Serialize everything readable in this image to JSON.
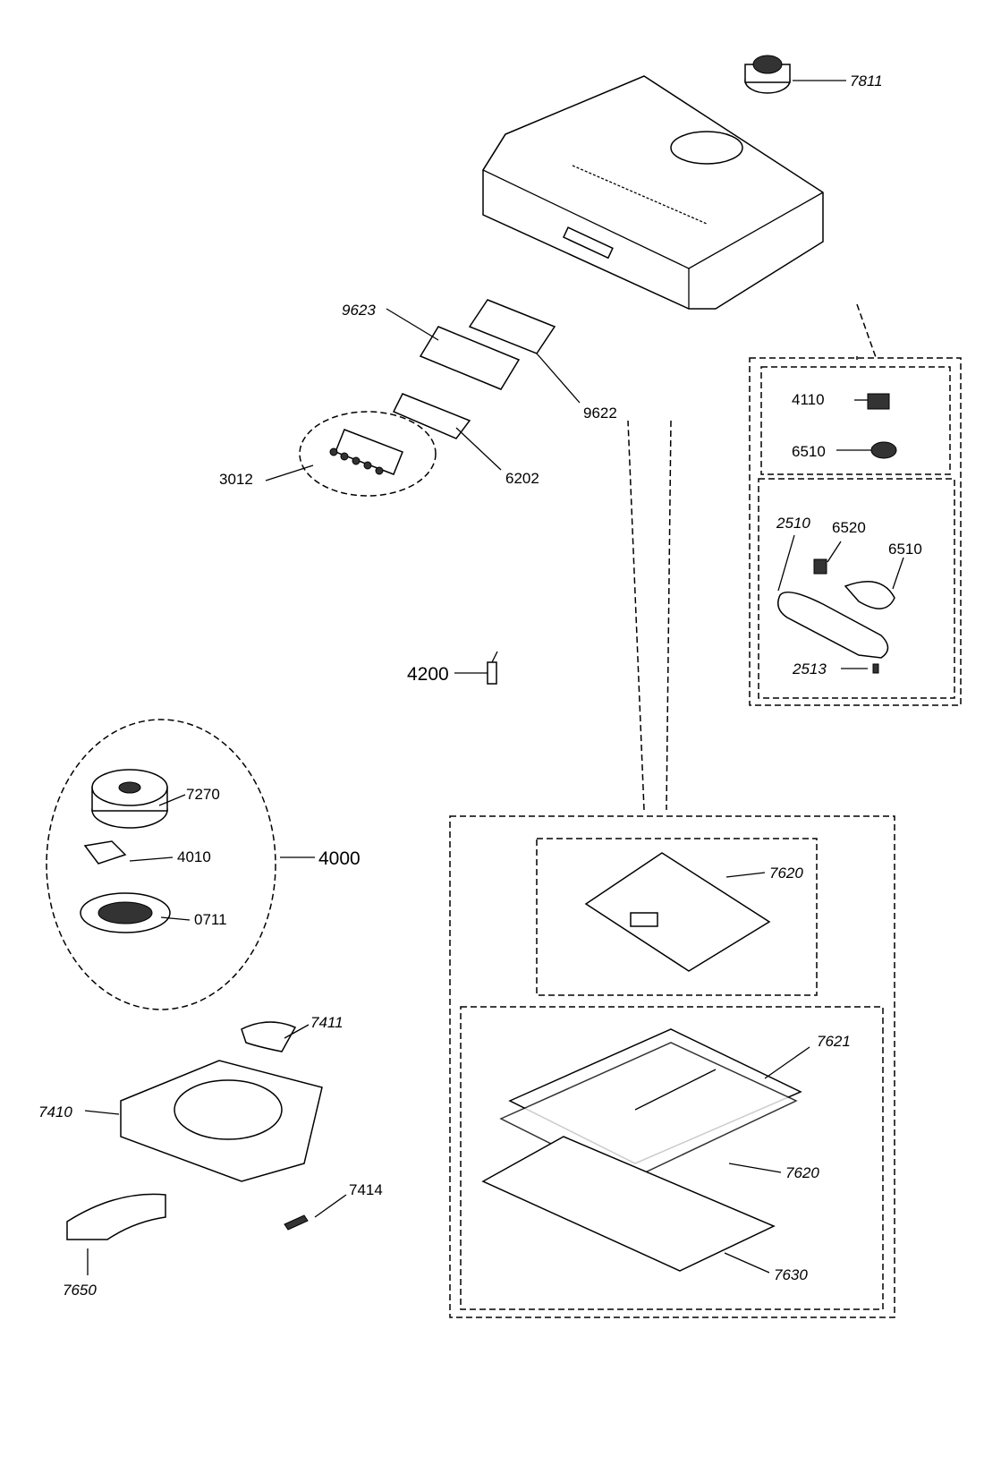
{
  "parts": {
    "p7811": "7811",
    "p9623": "9623",
    "p9622": "9622",
    "p6202": "6202",
    "p3012": "3012",
    "p4110": "4110",
    "p6510a": "6510",
    "p2510": "2510",
    "p6520": "6520",
    "p6510b": "6510",
    "p2513": "2513",
    "p4200": "4200",
    "p7270": "7270",
    "p4010": "4010",
    "p4000": "4000",
    "p0711": "0711",
    "p7620a": "7620",
    "p7621": "7621",
    "p7620b": "7620",
    "p7630": "7630",
    "p7411": "7411",
    "p7410": "7410",
    "p7414": "7414",
    "p7650": "7650"
  }
}
